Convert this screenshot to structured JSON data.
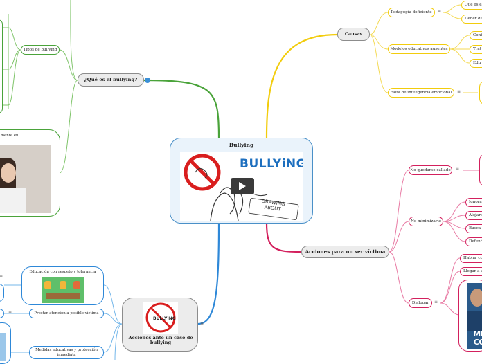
{
  "center": {
    "title": "Bullying",
    "video_word": "BULLYiNG",
    "video_caption": "DRAWING ABOUT"
  },
  "left": {
    "what_is": "¿Qué es el bullying?",
    "types": "Tipos de bullying",
    "partial_caption": "mente en",
    "actions_case": "Acciones ante un caso de bullying",
    "education": "Educación con respeto y tolerancia",
    "attention": "Prestar atención a posible víctima",
    "measures": "Medidas educativas y protección inmediata"
  },
  "causes": {
    "title": "Causas",
    "pedagogy": "Pedagogía deficiente",
    "pedagogy_children": [
      "Qué es el",
      "Deber de"
    ],
    "models": "Modelos educativos ausentes",
    "models_children": [
      "Cont",
      "Trat",
      "Edu"
    ],
    "emotional": "Falta de inteligencia emocional"
  },
  "victim": {
    "title": "Acciones para no ser víctima",
    "quiet": "No quedarse callado",
    "minimize": "No minimizarte",
    "minimize_children": [
      "Ignora",
      "Alejars",
      "Busca p",
      "Defend"
    ],
    "dialogue": "Dialogar",
    "dialogue_children": [
      "Hablar co",
      "Llegar a a"
    ],
    "poster_text": "ME CO"
  },
  "colors": {
    "causes": "#f2cc0c",
    "victim": "#d3205d",
    "left_top": "#4aa33a",
    "left_bottom": "#2e88d8",
    "green_sub": "#7fc46a",
    "blue_sub": "#75b7ea",
    "pink_sub": "#e87ba4",
    "yellow_sub": "#f4da55",
    "center_border": "#4a90c8"
  },
  "icons": [
    "note-icon",
    "globe-icon",
    "play-icon"
  ]
}
